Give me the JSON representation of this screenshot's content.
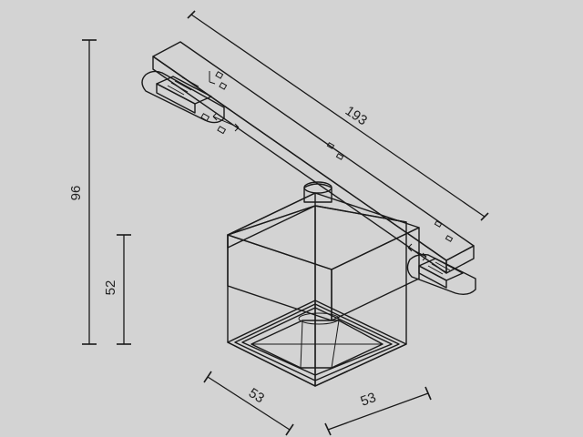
{
  "dimensions": {
    "track_length": "193",
    "total_height": "96",
    "head_height": "52",
    "depth": "53",
    "width": "53"
  },
  "colors": {
    "background": "#d3d3d3",
    "line": "#1a1a1a",
    "fill": "#d3d3d3"
  }
}
